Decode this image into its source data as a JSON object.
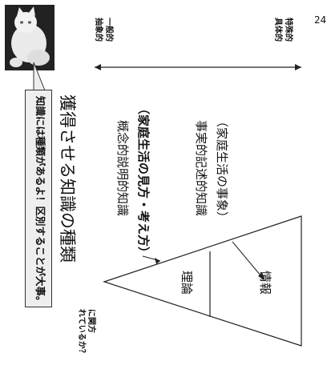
{
  "slide": {
    "page_number": "24",
    "title": "獲得させる知識の種類",
    "callout": "知識には種類があるよ！区別することが大事。",
    "side_question": [
      "に関方",
      "れているか？"
    ],
    "top_right_general": [
      "一般的",
      "抽象的"
    ],
    "top_right_specific": [
      "特殊的",
      "具体的"
    ],
    "conceptual": {
      "label": "概念的説明的知識",
      "sub": "（家庭生活の見方・考え方）"
    },
    "factual": {
      "label": "事実的記述的知識",
      "sub": "（家庭生活の事象）"
    },
    "triangle_left": "理論",
    "triangle_right": "情報"
  }
}
